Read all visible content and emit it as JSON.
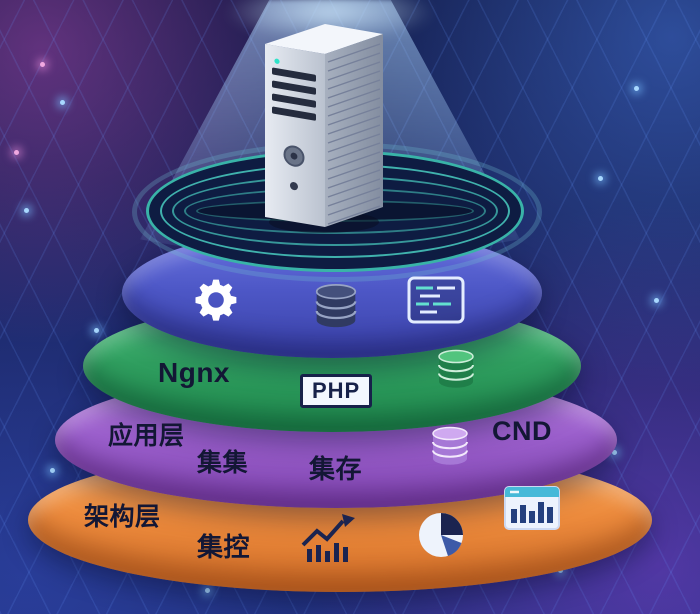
{
  "scene": {
    "description": "Layered server architecture illustration",
    "background_color": "#141b4d",
    "beam_color": "#a8d0ff"
  },
  "server": {
    "name": "server-tower"
  },
  "layers": [
    {
      "id": "platform-rings",
      "ring_color": "#3ab3a8"
    },
    {
      "id": "services-layer",
      "color": "#4a53bd",
      "icons": [
        "gear-icon",
        "database-icon",
        "code-window-icon"
      ]
    },
    {
      "id": "web-layer",
      "color": "#2e9e5f",
      "labels": {
        "engine": "Ngnx",
        "language": "PHP"
      },
      "icons": [
        "database-icon"
      ]
    },
    {
      "id": "application-layer",
      "color": "#9a5ecb",
      "labels": {
        "title": "应用层",
        "left": "集集",
        "center": "集存",
        "right": "CND"
      },
      "icons": [
        "database-icon"
      ]
    },
    {
      "id": "architecture-layer",
      "color": "#ee8c3e",
      "labels": {
        "title": "架构层",
        "left": "集控"
      },
      "icons": [
        "line-chart-icon",
        "pie-chart-icon",
        "bar-chart-window-icon"
      ]
    }
  ]
}
